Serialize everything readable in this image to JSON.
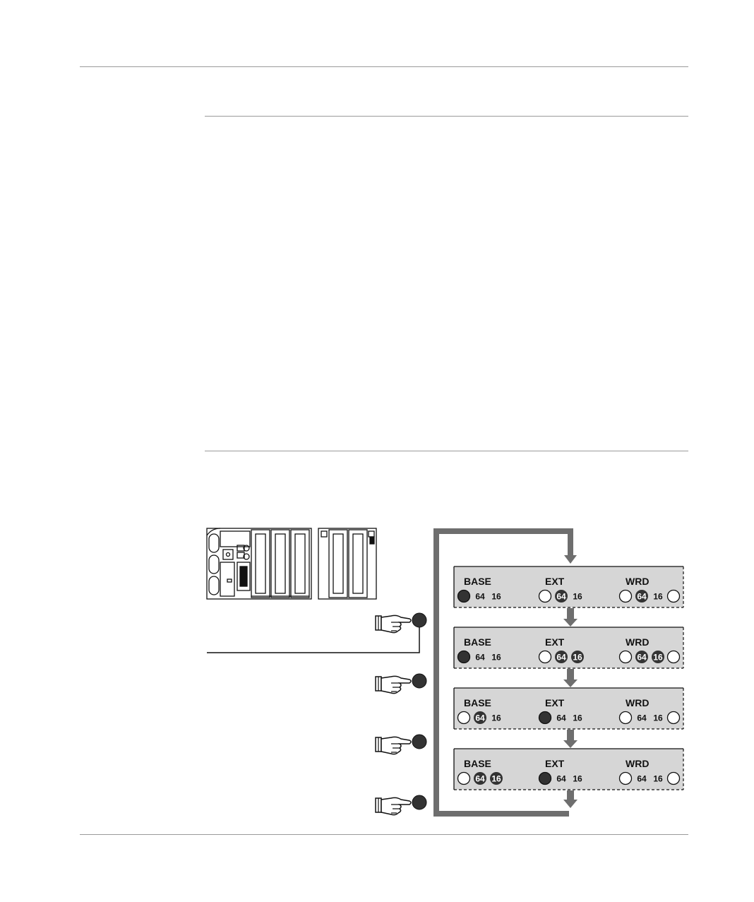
{
  "colors": {
    "panel_fill": "#d6d6d6",
    "flow_arrow": "#6e6e6e",
    "led_on": "#333333",
    "led_off": "#ffffff",
    "line": "#111111"
  },
  "icons": {
    "pointer": "pointing-hand-icon",
    "button": "push-button-icon",
    "module": "plc-module-rack-icon"
  },
  "groups": [
    "BASE",
    "EXT",
    "WRD"
  ],
  "panels": [
    {
      "base": {
        "led": "on",
        "v64": "64",
        "v64_on": false,
        "v16": "16",
        "v16_on": false
      },
      "ext": {
        "led": "off",
        "v64": "64",
        "v64_on": true,
        "v16": "16",
        "v16_on": false
      },
      "wrd": {
        "led": "off",
        "v64": "64",
        "v64_on": true,
        "v16": "16",
        "v16_on": false,
        "end_led": "off"
      }
    },
    {
      "base": {
        "led": "on",
        "v64": "64",
        "v64_on": false,
        "v16": "16",
        "v16_on": false
      },
      "ext": {
        "led": "off",
        "v64": "64",
        "v64_on": true,
        "v16": "16",
        "v16_on": true
      },
      "wrd": {
        "led": "off",
        "v64": "64",
        "v64_on": true,
        "v16": "16",
        "v16_on": true,
        "end_led": "off"
      }
    },
    {
      "base": {
        "led": "off",
        "v64": "64",
        "v64_on": true,
        "v16": "16",
        "v16_on": false
      },
      "ext": {
        "led": "on",
        "v64": "64",
        "v64_on": false,
        "v16": "16",
        "v16_on": false
      },
      "wrd": {
        "led": "off",
        "v64": "64",
        "v64_on": false,
        "v16": "16",
        "v16_on": false,
        "end_led": "off"
      }
    },
    {
      "base": {
        "led": "off",
        "v64": "64",
        "v64_on": true,
        "v16": "16",
        "v16_on": true
      },
      "ext": {
        "led": "on",
        "v64": "64",
        "v64_on": false,
        "v16": "16",
        "v16_on": false
      },
      "wrd": {
        "led": "off",
        "v64": "64",
        "v64_on": false,
        "v16": "16",
        "v16_on": false,
        "end_led": "off"
      }
    }
  ]
}
